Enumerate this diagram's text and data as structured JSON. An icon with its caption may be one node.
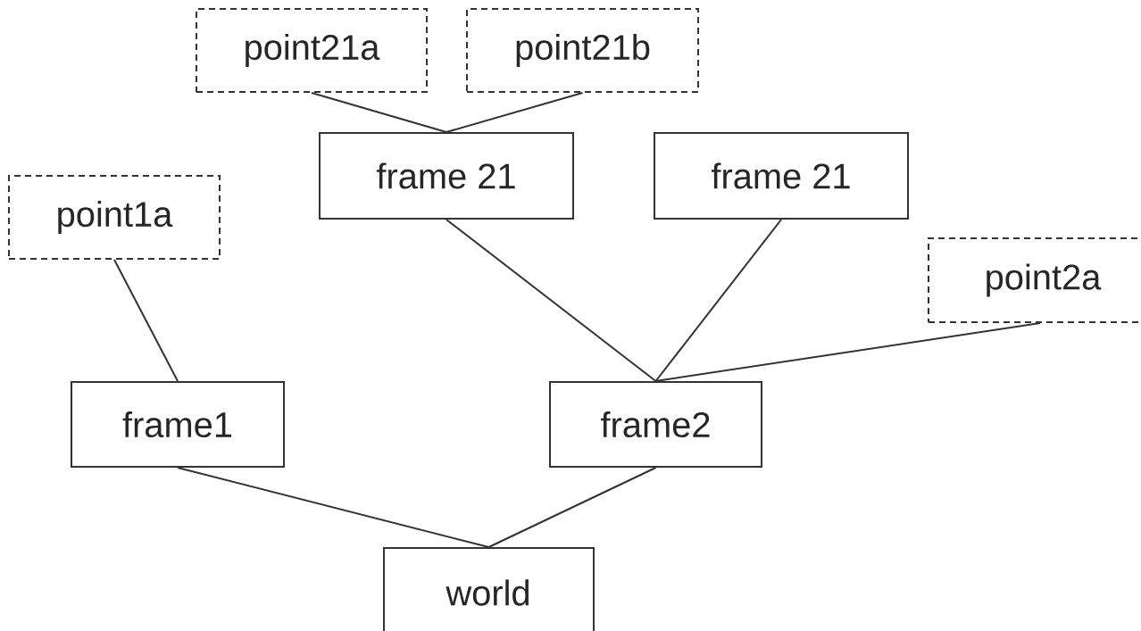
{
  "diagram": {
    "nodes": [
      {
        "text": [
          "point21a"
        ]
      },
      {
        "text": [
          "point21b"
        ]
      },
      {
        "text": [
          "frame 21"
        ]
      },
      {
        "text": [
          "frame 21"
        ]
      },
      {
        "text": [
          "point1a"
        ]
      },
      {
        "text": [
          "point2a"
        ]
      },
      {
        "text": [
          "frame1"
        ]
      },
      {
        "text": [
          "frame2"
        ]
      },
      {
        "text": [
          "world"
        ]
      }
    ],
    "edges": [
      {
        "from": 0,
        "to": 2,
        "arrow": "none"
      },
      {
        "from": 1,
        "to": 2,
        "arrow": "none"
      },
      {
        "from": 2,
        "to": 7,
        "arrow": "none"
      },
      {
        "from": 3,
        "to": 7,
        "arrow": "none"
      },
      {
        "from": 4,
        "to": 6,
        "arrow": "none"
      },
      {
        "from": 5,
        "to": 7,
        "arrow": "none"
      },
      {
        "from": 6,
        "to": 8,
        "arrow": "none"
      },
      {
        "from": 7,
        "to": 8,
        "arrow": "none"
      }
    ]
  }
}
